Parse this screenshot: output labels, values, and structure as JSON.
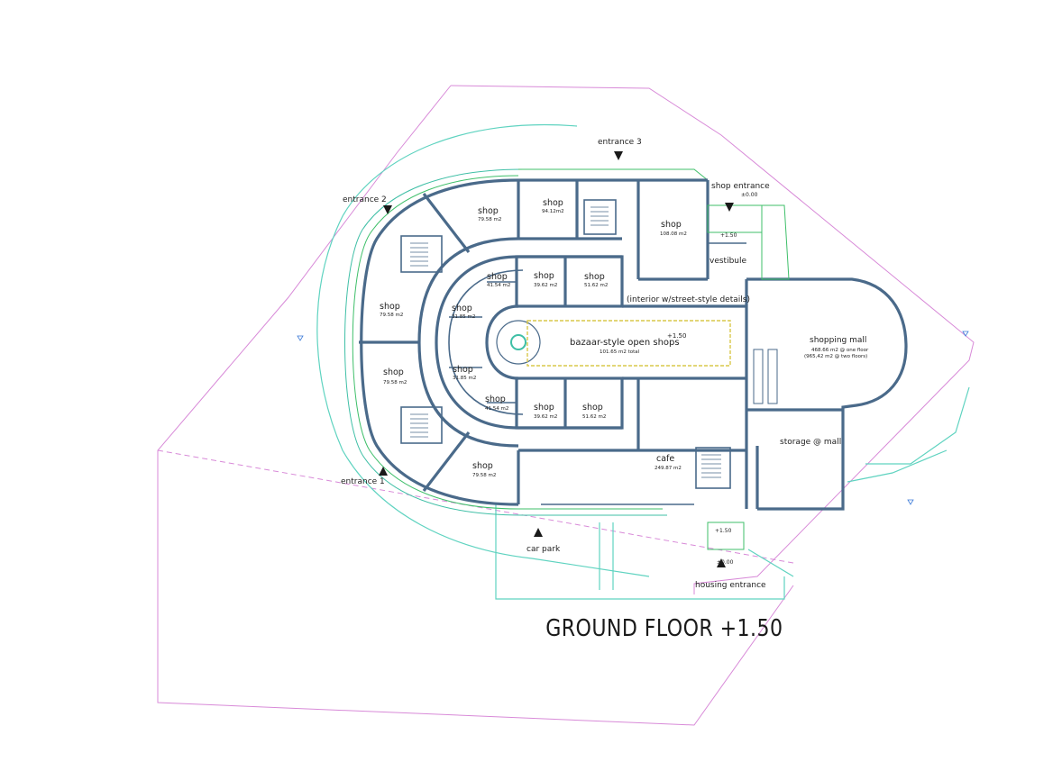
{
  "title": "GROUND FLOOR +1.50",
  "labels": {
    "entrance_1": "entrance 1",
    "entrance_2": "entrance 2",
    "entrance_3": "entrance 3",
    "car_park": "car park",
    "housing_entrance": "housing entrance",
    "housing_level": "±0.00",
    "shop_entrance": "shop entrance",
    "shop_entrance_level": "±0.00",
    "vestibule": "vestibule",
    "vestibule_level": "+1.50",
    "cafe_stair_level": "+1.50",
    "bazaar_level": "+1.50",
    "interior_note": "(interior w/street-style details)"
  },
  "rooms": {
    "shop_top_left": {
      "name": "shop",
      "area": "79.58 m2"
    },
    "shop_top": {
      "name": "shop",
      "area": "94.12m2"
    },
    "shop_top_right": {
      "name": "shop",
      "area": "108.08 m2"
    },
    "shop_left_upper": {
      "name": "shop",
      "area": "79.58 m2"
    },
    "shop_left_lower": {
      "name": "shop",
      "area": "79.58 m2"
    },
    "shop_bottom_left": {
      "name": "shop",
      "area": "79.58 m2"
    },
    "shop_inner_1": {
      "name": "shop",
      "area": "41.54 m2"
    },
    "shop_inner_2": {
      "name": "shop",
      "area": "39.62 m2"
    },
    "shop_inner_3": {
      "name": "shop",
      "area": "51.62 m2"
    },
    "shop_inner_4": {
      "name": "shop",
      "area": "31.85 m2"
    },
    "shop_inner_5": {
      "name": "shop",
      "area": "31.85 m2"
    },
    "shop_inner_6": {
      "name": "shop",
      "area": "41.54 m2"
    },
    "shop_inner_7": {
      "name": "shop",
      "area": "39.62 m2"
    },
    "shop_inner_8": {
      "name": "shop",
      "area": "51.62 m2"
    },
    "bazaar": {
      "name": "bazaar-style open shops",
      "area": "101.65 m2 total"
    },
    "shopping_mall": {
      "name": "shopping mall",
      "area_1": "468.66 m2 @ one floor",
      "area_2": "(965,42 m2 @ two floors)"
    },
    "storage": {
      "name": "storage @ mall"
    },
    "cafe": {
      "name": "cafe",
      "area": "249.87 m2"
    }
  }
}
